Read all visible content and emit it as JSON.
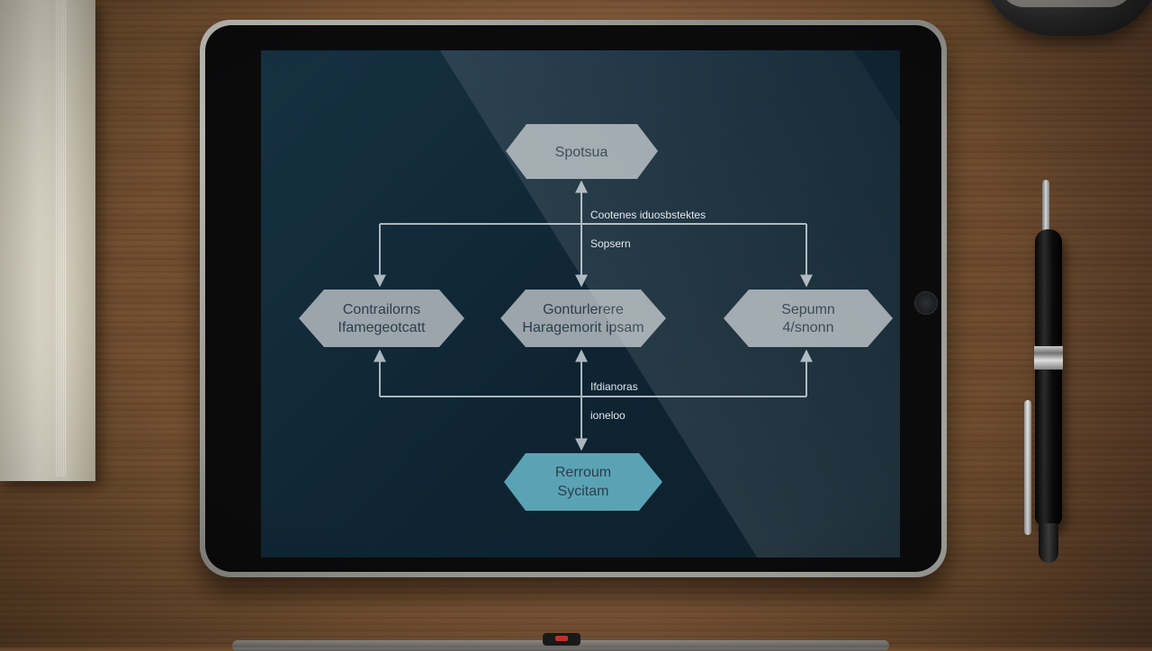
{
  "diagram": {
    "nodes": {
      "top": {
        "line1": "Spotsua"
      },
      "left": {
        "line1": "Contrailorns",
        "line2": "Ifamegeotcatt"
      },
      "center": {
        "line1": "Gonturlerere",
        "line2": "Haragemorit ipsam"
      },
      "right": {
        "line1": "Sepumn",
        "line2": "4/snonn"
      },
      "bottom": {
        "line1": "Rerroum",
        "line2": "Sycitam"
      }
    },
    "edge_labels": {
      "top_a": "Cootenes iduosbstektes",
      "top_b": "Sopsern",
      "bottom_a": "Ifdianoras",
      "bottom_b": "ioneloo"
    }
  },
  "colors": {
    "node_fill": "#9ba5ab",
    "accent_node_fill": "#5aa3b5",
    "connector": "#aab6bd",
    "screen_bg": "#132b3a"
  }
}
